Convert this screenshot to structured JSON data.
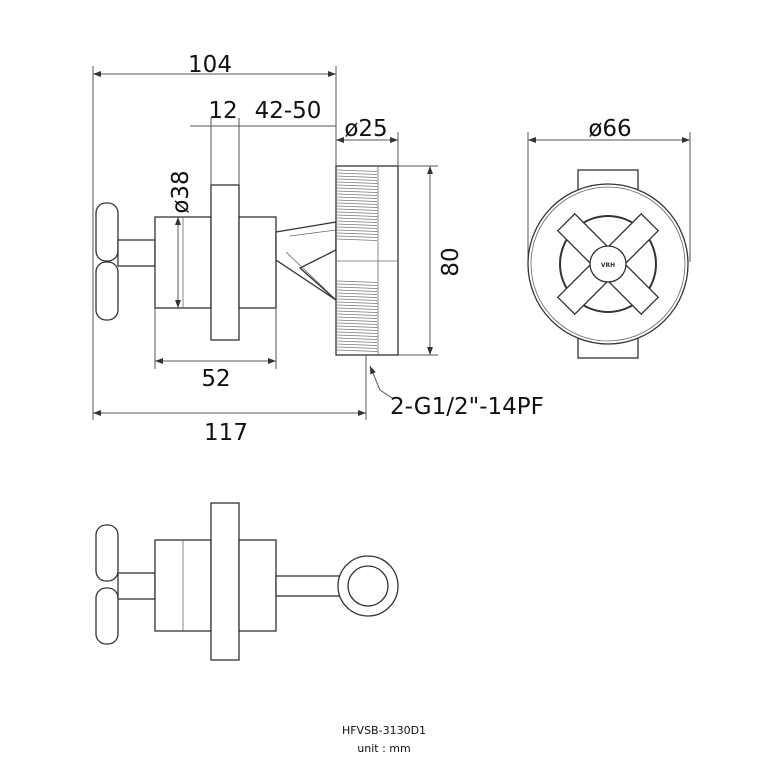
{
  "drawing": {
    "dimensions": {
      "overall_depth": "104",
      "flange_thickness": "12",
      "wall_range": "42-50",
      "inlet_diameter": "ø25",
      "body_diameter": "ø38",
      "inlet_height": "80",
      "body_length": "52",
      "total_length": "117",
      "cover_diameter": "ø66"
    },
    "thread_note": "2-G1/2\"-14PF",
    "logo_text": "VRH",
    "model": "HFVSB-3130D1",
    "unit_label": "unit : mm"
  }
}
